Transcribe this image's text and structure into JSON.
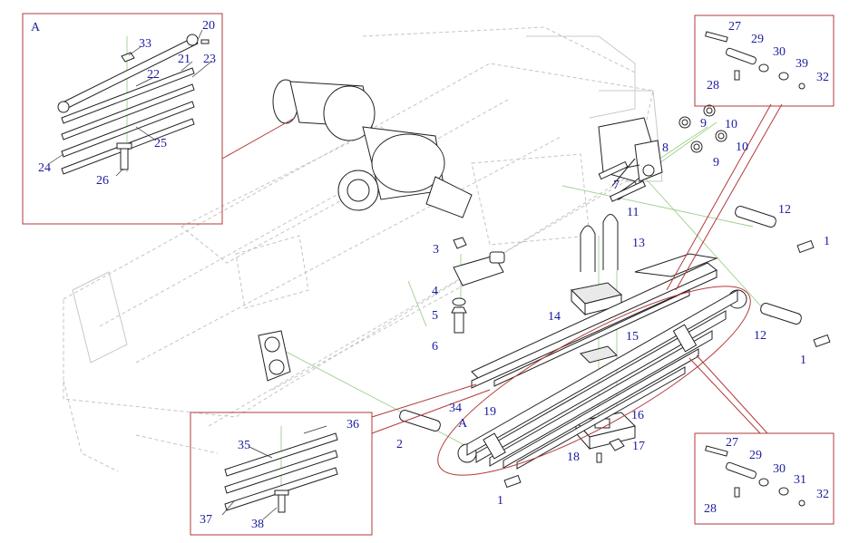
{
  "colors": {
    "callout": "#1a1aa0",
    "detail_frame": "#b33a3a",
    "guide_line": "#9bd08a",
    "ghost_frame": "#c4c4c4"
  },
  "detail_top_left": {
    "letter": "A",
    "callouts": [
      "33",
      "20",
      "22",
      "21",
      "23",
      "25",
      "24",
      "26"
    ]
  },
  "detail_top_right": {
    "callouts": [
      "27",
      "29",
      "30",
      "39",
      "32",
      "28"
    ]
  },
  "detail_bottom_left": {
    "callouts": [
      "36",
      "35",
      "37",
      "38"
    ]
  },
  "detail_bottom_right": {
    "callouts": [
      "27",
      "29",
      "30",
      "31",
      "32",
      "28"
    ]
  },
  "main": {
    "letter_A": "A",
    "callouts": {
      "c8": "8",
      "c9a": "9",
      "c9b": "9",
      "c10a": "10",
      "c10b": "10",
      "c7": "7",
      "c11": "11",
      "c12a": "12",
      "c12b": "12",
      "c1a": "1",
      "c1b": "1",
      "c1c": "1",
      "c13": "13",
      "c3": "3",
      "c4": "4",
      "c5": "5",
      "c6": "6",
      "c14": "14",
      "c15": "15",
      "c34": "34",
      "c19": "19",
      "c16": "16",
      "c17": "17",
      "c18": "18",
      "c2": "2"
    }
  }
}
